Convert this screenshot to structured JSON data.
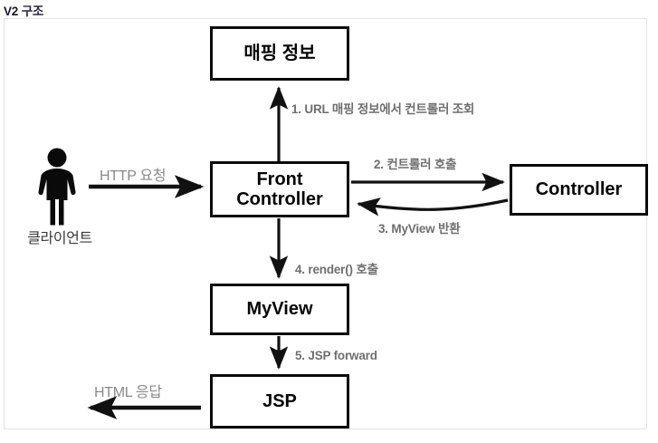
{
  "title": {
    "prefix": "V2",
    "suffix": "구조"
  },
  "nodes": {
    "mapping": "매핑 정보",
    "front_controller_line1": "Front",
    "front_controller_line2": "Controller",
    "controller": "Controller",
    "myview": "MyView",
    "jsp": "JSP"
  },
  "actor": {
    "label": "클라이언트",
    "icon": "person-icon"
  },
  "flows": {
    "http_request": "HTTP 요청",
    "html_response": "HTML 응답",
    "step1": "1. URL 매핑 정보에서 컨트롤러 조회",
    "step2": "2. 컨트롤러 호출",
    "step3": "3. MyView 반환",
    "step4": "4. render() 호출",
    "step5": "5. JSP forward"
  },
  "colors": {
    "box_border": "#0a0a0a",
    "arrow": "#111111",
    "step_label": "#6e6e6e",
    "plain_label": "#8a8a8a",
    "frame_border": "#e3e3e3",
    "background": "#ffffff"
  }
}
